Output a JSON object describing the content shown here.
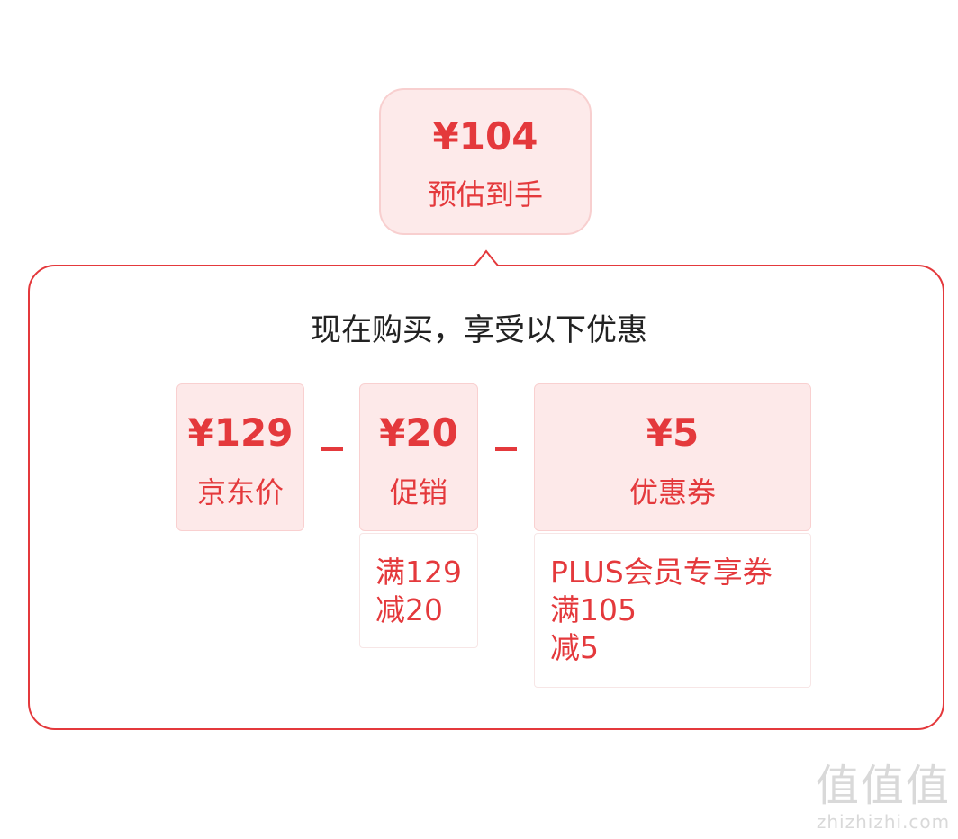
{
  "estimate": {
    "amount": "¥104",
    "label": "预估到手"
  },
  "headline": "现在购买，享受以下优惠",
  "items": [
    {
      "amount": "¥129",
      "label": "京东价"
    },
    {
      "amount": "¥20",
      "label": "促销",
      "detail": [
        "满129",
        "减20"
      ]
    },
    {
      "amount": "¥5",
      "label": "优惠券",
      "detail": [
        "PLUS会员专享券",
        "满105",
        "减5"
      ]
    }
  ],
  "watermark": {
    "big": "值值值",
    "small": "zhizhizhi.com"
  },
  "colors": {
    "accent": "#e4393c",
    "pill_bg": "#fde9e9"
  }
}
